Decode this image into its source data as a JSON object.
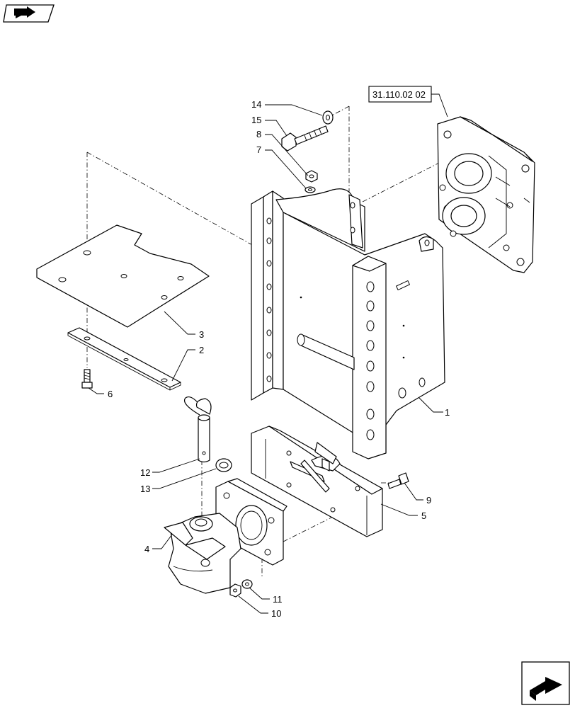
{
  "reference_box": "31.110.02 02",
  "callouts": [
    {
      "id": "1",
      "text": "1"
    },
    {
      "id": "2",
      "text": "2"
    },
    {
      "id": "3",
      "text": "3"
    },
    {
      "id": "4",
      "text": "4"
    },
    {
      "id": "5",
      "text": "5"
    },
    {
      "id": "6",
      "text": "6"
    },
    {
      "id": "7",
      "text": "7"
    },
    {
      "id": "8",
      "text": "8"
    },
    {
      "id": "9",
      "text": "9"
    },
    {
      "id": "10",
      "text": "10"
    },
    {
      "id": "11",
      "text": "11"
    },
    {
      "id": "12",
      "text": "12"
    },
    {
      "id": "13",
      "text": "13"
    },
    {
      "id": "14",
      "text": "14"
    },
    {
      "id": "15",
      "text": "15"
    }
  ],
  "icons": {
    "top_left": "book-arrow-icon",
    "bottom_right": "next-page-arrow-icon"
  }
}
